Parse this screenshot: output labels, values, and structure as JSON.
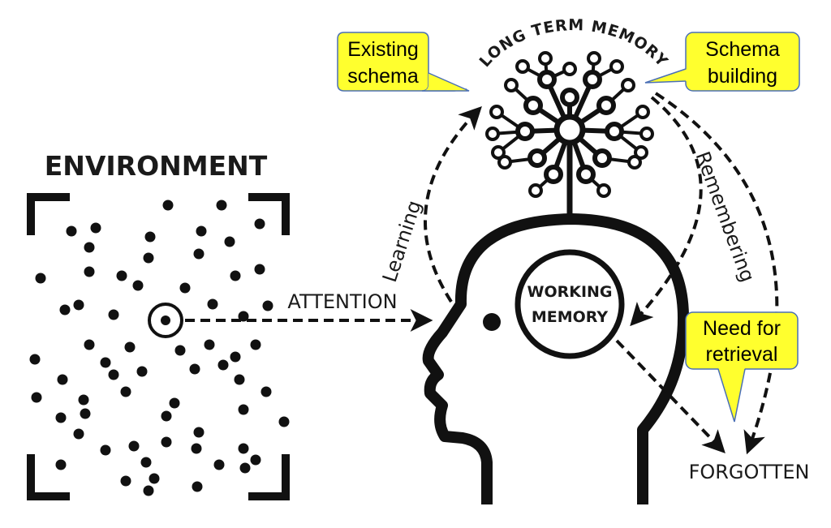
{
  "environment": {
    "title": "ENVIRONMENT"
  },
  "attention": {
    "label": "ATTENTION"
  },
  "long_term_memory": {
    "label": "LONG TERM MEMORY"
  },
  "working_memory": {
    "line1": "WORKING",
    "line2": "MEMORY"
  },
  "arrows": {
    "learning": "Learning",
    "remembering": "Remembering"
  },
  "forgotten": {
    "label": "FORGOTTEN"
  },
  "callouts": {
    "existing_schema": {
      "line1": "Existing",
      "line2": "schema"
    },
    "schema_building": {
      "line1": "Schema",
      "line2": "building"
    },
    "need_for_retrieval": {
      "line1": "Need for",
      "line2": "retrieval"
    }
  },
  "colors": {
    "callout_fill": "#ffff2e",
    "callout_border": "#4a6fb5",
    "ink": "#111111"
  }
}
